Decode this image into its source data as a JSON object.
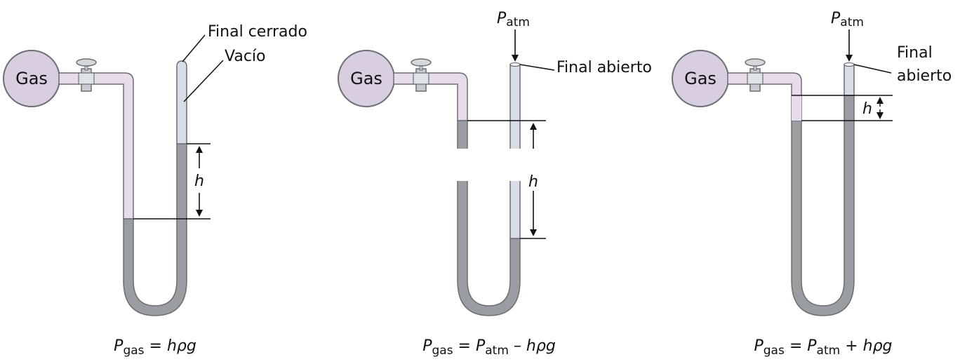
{
  "gas_label": "Gas",
  "manometers": [
    {
      "top_labels": [
        "Final cerrado",
        "Vacío"
      ],
      "pressure": "",
      "h": "h",
      "formula": {
        "lhs_main": "P",
        "lhs_sub": "gas",
        "eq": " = ",
        "rhs": [
          {
            "t": "hρg",
            "i": true
          }
        ]
      }
    },
    {
      "top_labels": [
        "Final abierto"
      ],
      "pressure_main": "P",
      "pressure_sub": "atm",
      "h": "h",
      "formula": {
        "lhs_main": "P",
        "lhs_sub": "gas",
        "eq": " = ",
        "rhs": [
          {
            "t": "P",
            "i": true
          },
          {
            "t": "atm",
            "s": true
          },
          {
            "t": " – "
          },
          {
            "t": "hρg",
            "i": true
          }
        ]
      }
    },
    {
      "top_labels": [
        "Final",
        "abierto"
      ],
      "pressure_main": "P",
      "pressure_sub": "atm",
      "h": "h",
      "formula": {
        "lhs_main": "P",
        "lhs_sub": "gas",
        "eq": " = ",
        "rhs": [
          {
            "t": "P",
            "i": true
          },
          {
            "t": "atm",
            "s": true
          },
          {
            "t": " + "
          },
          {
            "t": "hρg",
            "i": true
          }
        ]
      }
    }
  ],
  "colors": {
    "gas_fill": "#d9cde0",
    "tube_gas": "#e8dcea",
    "tube_liquid": "#9a9ea3",
    "tube_vacuum": "#d6dde6",
    "outline": "#6b6f73"
  }
}
